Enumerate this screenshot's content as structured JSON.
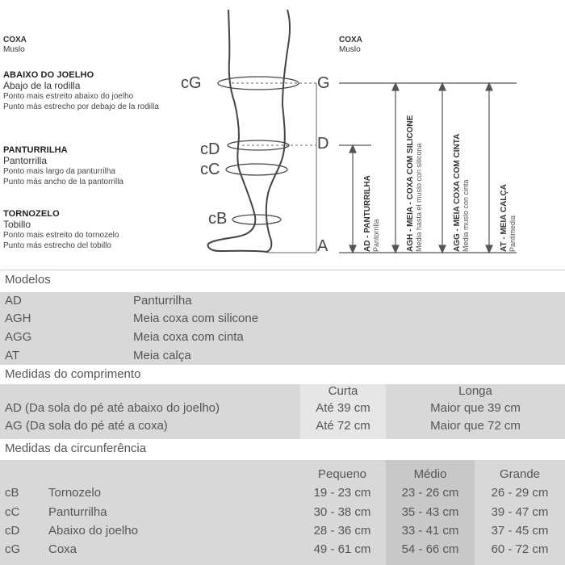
{
  "diagram": {
    "coxa_left": {
      "pt": "COXA",
      "es": "Muslo"
    },
    "coxa_right": {
      "pt": "COXA",
      "es": "Muslo"
    },
    "abaixo_joelho": {
      "pt": "ABAIXO DO JOELHO",
      "es": "Abajo de la rodilla",
      "desc_pt": "Ponto mais estreito abaixo do joelho",
      "desc_es": "Punto más estrecho por debajo de la rodilla"
    },
    "panturrilha": {
      "pt": "PANTURRILHA",
      "es": "Pantorrilla",
      "desc_pt": "Ponto mais largo da panturrilha",
      "desc_es": "Punto más ancho de la pantorrilla"
    },
    "tornozelo": {
      "pt": "TORNOZELO",
      "es": "Tobillo",
      "desc_pt": "Ponto mais estreito do tornozelo",
      "desc_es": "Punto más estrecho del tobillo"
    },
    "circ_labels": {
      "cG": "cG",
      "cD": "cD",
      "cC": "cC",
      "cB": "cB"
    },
    "point_labels": {
      "G": "G",
      "D": "D",
      "A": "A"
    },
    "length_labels": [
      {
        "title": "AD - PANTURRILHA",
        "sub": "Pantorrilla"
      },
      {
        "title": "AGH - MEIA - COXA COM SILICONE",
        "sub": "Media hasta el muslo con silicona"
      },
      {
        "title": "AGG - MEIA COXA COM CINTA",
        "sub": "Media muslo con cinta"
      },
      {
        "title": "AT - MEIA CALÇA",
        "sub": "Pantimedia"
      }
    ]
  },
  "modelos": {
    "title": "Modelos",
    "rows": [
      {
        "code": "AD",
        "name": "Panturrilha"
      },
      {
        "code": "AGH",
        "name": "Meia coxa com silicone"
      },
      {
        "code": "AGG",
        "name": "Meia coxa com cinta"
      },
      {
        "code": "AT",
        "name": "Meia calça"
      }
    ]
  },
  "comprimento": {
    "title": "Medidas do comprimento",
    "headers": [
      "Curta",
      "Longa"
    ],
    "rows": [
      {
        "label": "AD (Da sola do pé até abaixo do joelho)",
        "curta": "Até 39 cm",
        "longa": "Maior que 39 cm"
      },
      {
        "label": "AG (Da sola do pé até a coxa)",
        "curta": "Até 72 cm",
        "longa": "Maior que 72 cm"
      }
    ]
  },
  "circunferencia": {
    "title": "Medidas da circunferência",
    "headers": [
      "Pequeno",
      "Médio",
      "Grande"
    ],
    "rows": [
      {
        "code": "cB",
        "name": "Tornozelo",
        "p": "19 - 23 cm",
        "m": "23 - 26 cm",
        "g": "26 - 29 cm"
      },
      {
        "code": "cC",
        "name": "Panturrilha",
        "p": "30 - 38 cm",
        "m": "35 - 43 cm",
        "g": "39 - 47 cm"
      },
      {
        "code": "cD",
        "name": "Abaixo do joelho",
        "p": "28 - 36 cm",
        "m": "33 - 41 cm",
        "g": "37 - 45 cm"
      },
      {
        "code": "cG",
        "name": "Coxa",
        "p": "49 - 61 cm",
        "m": "54 - 66 cm",
        "g": "60 - 72 cm"
      }
    ]
  }
}
